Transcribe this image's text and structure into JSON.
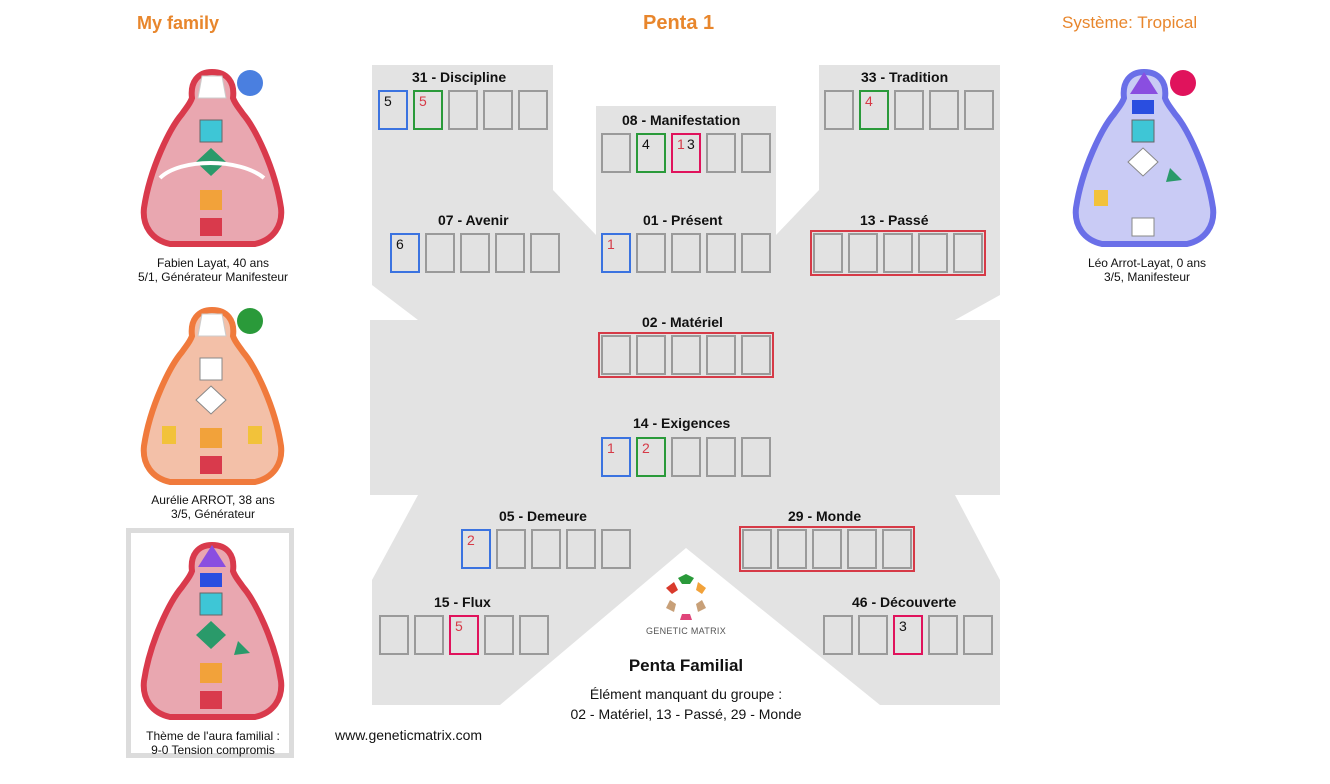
{
  "header": {
    "left": "My family",
    "center": "Penta 1",
    "right": "Système: Tropical"
  },
  "colors": {
    "accent": "#e8862c",
    "penta_bg": "#e3e3e3",
    "box_border": "#9a9a9a",
    "missing": "#d63a47",
    "person_blue": "#3b73e0",
    "person_green": "#2a9a3a",
    "person_red": "#e0135c"
  },
  "people": [
    {
      "line1": "Fabien Layat, 40 ans",
      "line2": "5/1, Générateur Manifesteur",
      "dot_color": "#4a7fe0",
      "aura": "#d93a4c"
    },
    {
      "line1": "Aurélie ARROT, 38 ans",
      "line2": "3/5, Générateur",
      "dot_color": "#2a9a3a",
      "aura": "#f07a3c"
    },
    {
      "line1": "Léo Arrot-Layat, 0 ans",
      "line2": "3/5, Manifesteur",
      "dot_color": "#e0135c",
      "aura": "#6a6fe8"
    }
  ],
  "family_aura": {
    "line1": "Thème de l'aura familial :",
    "line2": "9-0 Tension compromis"
  },
  "gates": {
    "g31": {
      "title": "31 - Discipline",
      "boxes": [
        {
          "text": "5",
          "border": "blue",
          "color": "black"
        },
        {
          "text": "5",
          "border": "green",
          "color": "red"
        },
        {},
        {},
        {}
      ]
    },
    "g08": {
      "title": "08 - Manifestation",
      "boxes": [
        {},
        {
          "text": "4",
          "border": "green",
          "color": "black"
        },
        {
          "text": "1",
          "text2": "3",
          "border": "red",
          "color": "red"
        },
        {},
        {}
      ]
    },
    "g33": {
      "title": "33 - Tradition",
      "boxes": [
        {},
        {
          "text": "4",
          "border": "green",
          "color": "red"
        },
        {},
        {},
        {}
      ]
    },
    "g07": {
      "title": "07 - Avenir",
      "boxes": [
        {
          "text": "6",
          "border": "blue",
          "color": "black"
        },
        {},
        {},
        {},
        {}
      ]
    },
    "g01": {
      "title": "01 - Présent",
      "boxes": [
        {
          "text": "1",
          "border": "blue",
          "color": "red"
        },
        {},
        {},
        {},
        {}
      ]
    },
    "g13": {
      "title": "13 - Passé",
      "missing": true,
      "boxes": [
        {},
        {},
        {},
        {},
        {}
      ]
    },
    "g02": {
      "title": "02 - Matériel",
      "missing": true,
      "boxes": [
        {},
        {},
        {},
        {},
        {}
      ]
    },
    "g14": {
      "title": "14 - Exigences",
      "boxes": [
        {
          "text": "1",
          "border": "blue",
          "color": "red"
        },
        {
          "text": "2",
          "border": "green",
          "color": "red"
        },
        {},
        {},
        {}
      ]
    },
    "g05": {
      "title": "05 - Demeure",
      "boxes": [
        {
          "text": "2",
          "border": "blue",
          "color": "red"
        },
        {},
        {},
        {},
        {}
      ]
    },
    "g29": {
      "title": "29 - Monde",
      "missing": true,
      "boxes": [
        {},
        {},
        {},
        {},
        {}
      ]
    },
    "g15": {
      "title": "15 - Flux",
      "boxes": [
        {},
        {},
        {
          "text": "5",
          "border": "red",
          "color": "red"
        },
        {},
        {}
      ]
    },
    "g46": {
      "title": "46 - Découverte",
      "boxes": [
        {},
        {},
        {
          "text": "3",
          "border": "red",
          "color": "black"
        },
        {},
        {}
      ]
    }
  },
  "logo": {
    "text": "GENETIC MATRIX"
  },
  "summary": {
    "title": "Penta Familial",
    "line1": "Élément manquant du groupe :",
    "line2": "02 - Matériel, 13 - Passé, 29 - Monde"
  },
  "website": "www.geneticmatrix.com"
}
